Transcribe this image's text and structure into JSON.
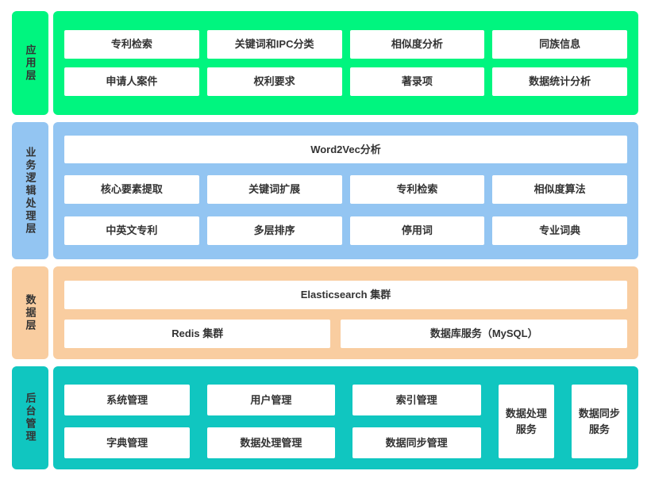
{
  "colors": {
    "application_green": "#00f57f",
    "logic_blue": "#93c5f2",
    "data_orange": "#f9cda0",
    "admin_teal": "#10c6c0",
    "module_box_white": "#ffffff",
    "text_dark": "#333333"
  },
  "layers": {
    "application": {
      "label": "应用层",
      "rows": [
        [
          "专利检索",
          "关键词和IPC分类",
          "相似度分析",
          "同族信息"
        ],
        [
          "申请人案件",
          "权利要求",
          "著录项",
          "数据统计分析"
        ]
      ]
    },
    "logic": {
      "label": "业务逻辑处理层",
      "full": "Word2Vec分析",
      "rows": [
        [
          "核心要素提取",
          "关键词扩展",
          "专利检索",
          "相似度算法"
        ],
        [
          "中英文专利",
          "多层排序",
          "停用词",
          "专业词典"
        ]
      ]
    },
    "data": {
      "label": "数据层",
      "full": "Elasticsearch 集群",
      "row": [
        "Redis 集群",
        "数据库服务（MySQL）"
      ]
    },
    "admin": {
      "label": "后台管理",
      "rows": [
        [
          "系统管理",
          "用户管理",
          "索引管理"
        ],
        [
          "字典管理",
          "数据处理管理",
          "数据同步管理"
        ]
      ],
      "tall": [
        "数据处理服务",
        "数据同步服务"
      ]
    }
  }
}
